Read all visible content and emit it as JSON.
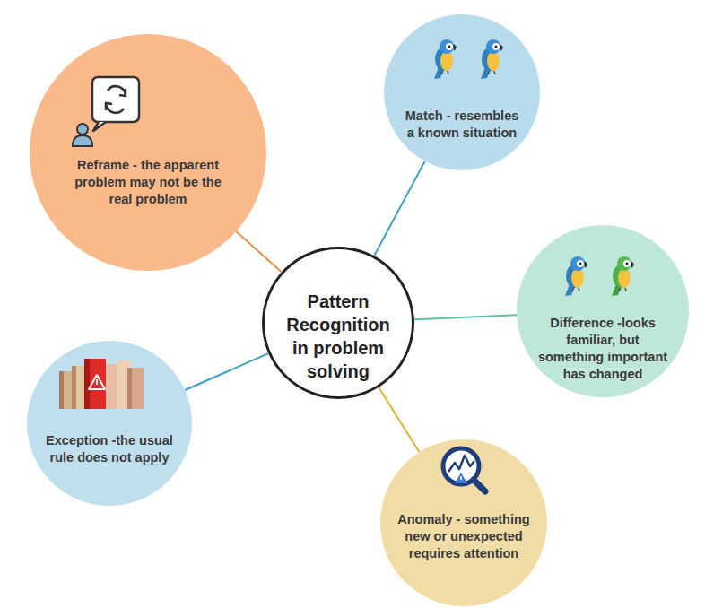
{
  "diagram": {
    "nodes": [
      {
        "text": [
          "Pattern Recognition in problem solving"
        ]
      },
      {
        "text": [
          "Reframe - the apparent problem may not be the real problem"
        ]
      },
      {
        "text": [
          "Match - resembles a known situation"
        ]
      },
      {
        "text": [
          "Difference -looks familiar, but something important has changed"
        ]
      },
      {
        "text": [
          "Anomaly - something new or unexpected requires attention"
        ]
      },
      {
        "text": [
          "Exception -the usual rule does not apply"
        ]
      }
    ],
    "edges": [
      {
        "from": 0,
        "to": 1,
        "arrow": "none"
      },
      {
        "from": 0,
        "to": 2,
        "arrow": "none"
      },
      {
        "from": 0,
        "to": 3,
        "arrow": "none"
      },
      {
        "from": 0,
        "to": 4,
        "arrow": "none"
      },
      {
        "from": 0,
        "to": 5,
        "arrow": "none"
      }
    ]
  }
}
